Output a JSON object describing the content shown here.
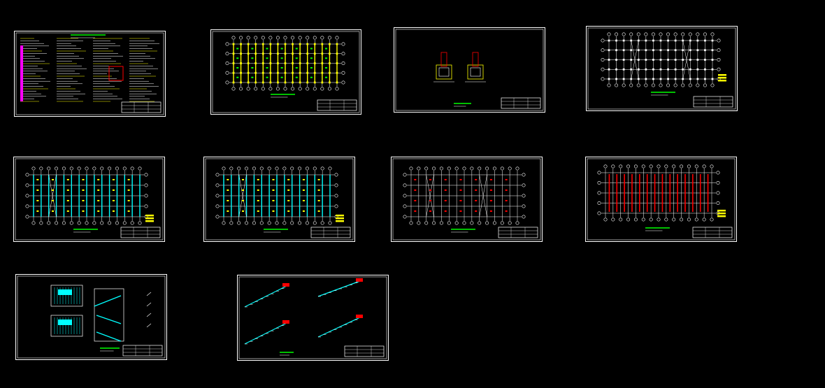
{
  "canvas": {
    "background": "#000000"
  },
  "palette": {
    "frame": "#ffffff",
    "grid": "#ffffff",
    "beam": "#00ffff",
    "column": "#ffff00",
    "rebar": "#ff0000",
    "note": "#ff00ff",
    "label": "#00ff00"
  },
  "sheets": [
    {
      "id": "sheet-1",
      "kind": "notes"
    },
    {
      "id": "sheet-2",
      "kind": "column-plan"
    },
    {
      "id": "sheet-3",
      "kind": "foundation-detail"
    },
    {
      "id": "sheet-4",
      "kind": "grid-plan"
    },
    {
      "id": "sheet-5",
      "kind": "beam-plan"
    },
    {
      "id": "sheet-6",
      "kind": "beam-plan"
    },
    {
      "id": "sheet-7",
      "kind": "slab-plan"
    },
    {
      "id": "sheet-8",
      "kind": "rebar-plan"
    },
    {
      "id": "sheet-9",
      "kind": "stair-plan"
    },
    {
      "id": "sheet-10",
      "kind": "stair-section"
    }
  ]
}
